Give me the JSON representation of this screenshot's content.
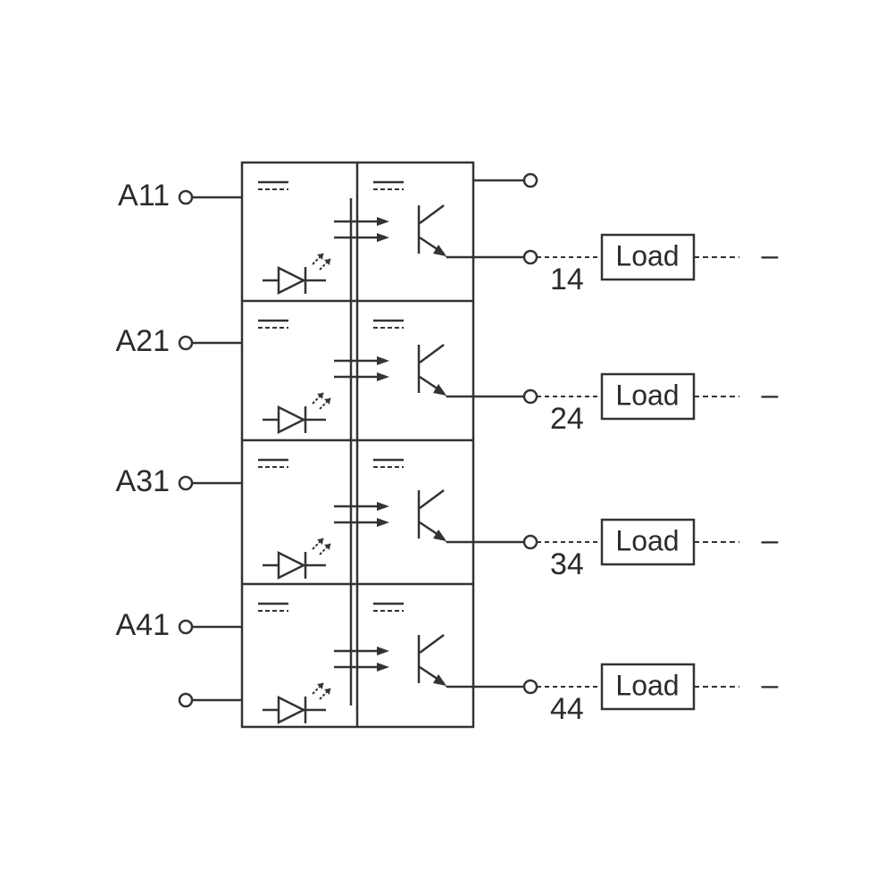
{
  "diagram": {
    "line_color": "#333333",
    "background": "#ffffff",
    "channels": [
      {
        "input_label": "A11",
        "output_label": "14",
        "load_label": "Load",
        "trailing_mark": "–"
      },
      {
        "input_label": "A21",
        "output_label": "24",
        "load_label": "Load",
        "trailing_mark": "–"
      },
      {
        "input_label": "A31",
        "output_label": "34",
        "load_label": "Load",
        "trailing_mark": "–"
      },
      {
        "input_label": "A41",
        "output_label": "44",
        "load_label": "Load",
        "trailing_mark": "–"
      }
    ],
    "icons": [
      "input-terminal-icon",
      "led-diode-icon",
      "light-emission-arrows-icon",
      "optical-coupling-arrows-icon",
      "transistor-icon",
      "output-terminal-icon",
      "dc-symbol-icon"
    ]
  }
}
